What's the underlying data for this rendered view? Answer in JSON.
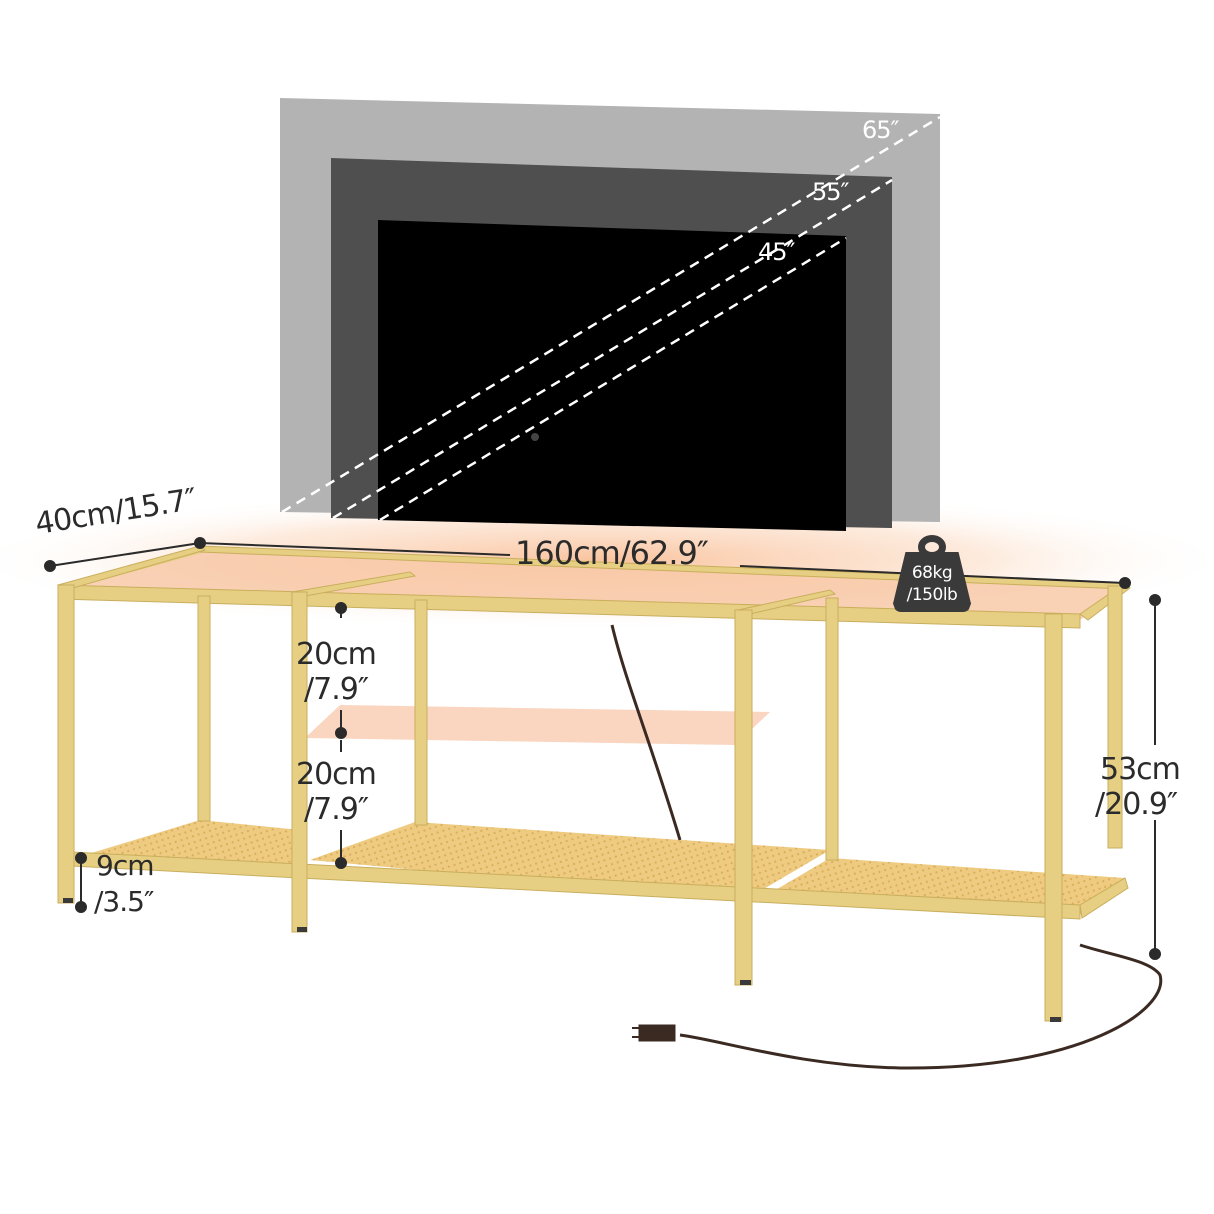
{
  "diagram": {
    "subject": "3-tier gold metal TV stand with LED glow, glass top and glass middle shelf",
    "tv_sizes": [
      "65″",
      "55″",
      "45″"
    ],
    "dimensions": {
      "depth": "40cm/15.7″",
      "width": "160cm/62.9″",
      "height_cm": "53cm",
      "height_in": "/20.9″",
      "upper_gap_cm": "20cm",
      "upper_gap_in": "/7.9″",
      "lower_gap_cm": "20cm",
      "lower_gap_in": "/7.9″",
      "clearance_cm": "9cm",
      "clearance_in": "/3.5″"
    },
    "load_capacity": {
      "kg": "68kg",
      "lb": "/150lb",
      "icon": "weight-icon"
    },
    "colors": {
      "frame_gold": "#e6cf83",
      "frame_shadow": "#c9ae5c",
      "glow": "#f8c9a8",
      "mesh": "#ecc77a",
      "tv_65": "#b3b3b3",
      "tv_55": "#4f4f4f",
      "tv_45": "#000000",
      "text": "#2b2b2b",
      "cable": "#3a2a22"
    }
  }
}
